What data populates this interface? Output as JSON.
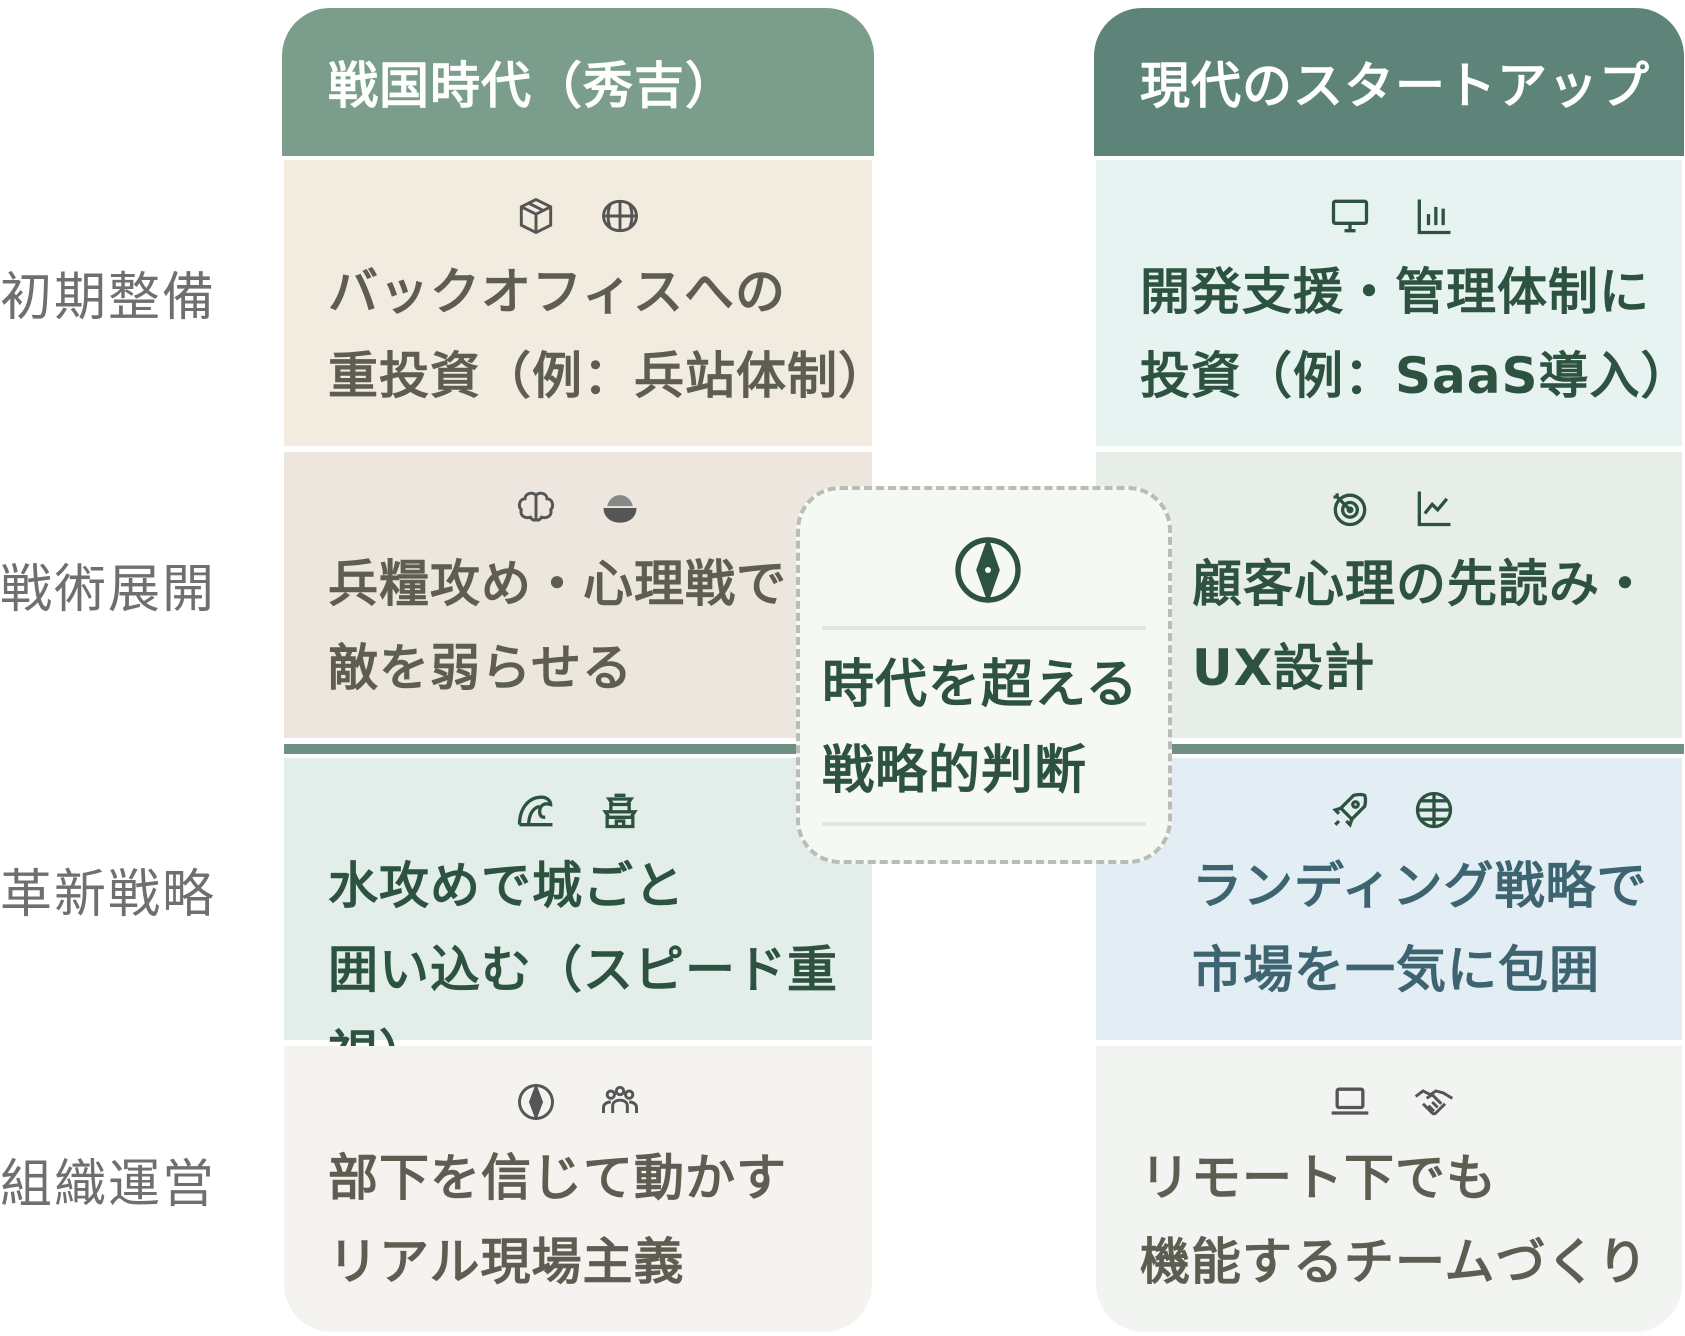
{
  "headers": {
    "left": "戦国時代（秀吉）",
    "right": "現代のスタートアップ"
  },
  "rows": [
    {
      "label": "初期整備",
      "left_text": "バックオフィスへの\n重投資（例：兵站体制）",
      "left_icons": [
        "box-icon",
        "globe-icon"
      ],
      "right_text": "開発支援・管理体制に\n投資（例：SaaS導入）",
      "right_icons": [
        "monitor-icon",
        "bar-chart-icon"
      ]
    },
    {
      "label": "戦術展開",
      "left_text": "兵糧攻め・心理戦で\n敵を弱らせる",
      "left_icons": [
        "brain-icon",
        "rice-bowl-icon"
      ],
      "right_text": "顧客心理の先読み・\nUX設計",
      "right_icons": [
        "target-icon",
        "line-chart-icon"
      ]
    },
    {
      "label": "革新戦略",
      "left_text": "水攻めで城ごと\n囲い込む（スピード重視）",
      "left_icons": [
        "wave-icon",
        "castle-icon"
      ],
      "right_text": "ランディング戦略で\n市場を一気に包囲",
      "right_icons": [
        "rocket-icon",
        "globe-grid-icon"
      ]
    },
    {
      "label": "組織運営",
      "left_text": "部下を信じて動かす\nリアル現場主義",
      "left_icons": [
        "compass-icon",
        "team-icon"
      ],
      "right_text": "リモート下でも\n機能するチームづくり",
      "right_icons": [
        "laptop-icon",
        "handshake-icon"
      ]
    }
  ],
  "center": {
    "text": "時代を超える\n戦略的判断",
    "icon": "compass-icon"
  },
  "colors": {
    "header_left": "#7a9e8b",
    "header_right": "#5e8378",
    "row1_left": "#f2ebdf",
    "row1_right": "#e7f3f1",
    "row2_left": "#ede6de",
    "row2_right": "#e7ede7",
    "row3_left": "#e3edea",
    "row3_right": "#e2eef3",
    "row4_left": "#f5f3ef",
    "row4_right": "#f2f4f1",
    "accent_green": "#2d5340"
  }
}
